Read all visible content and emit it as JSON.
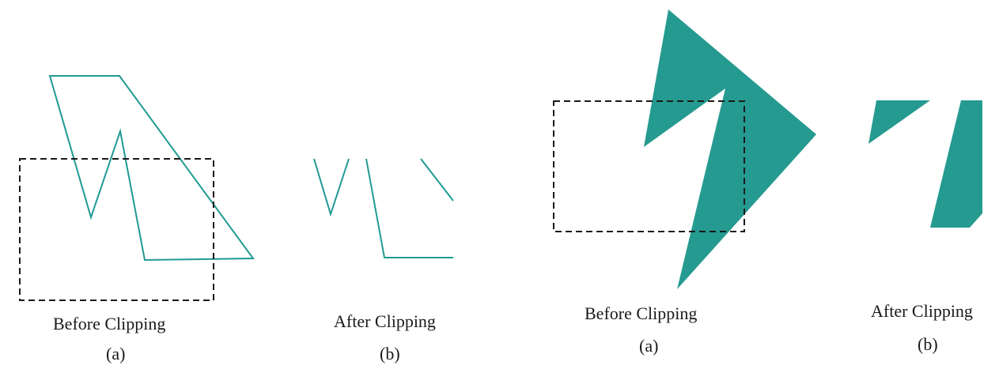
{
  "colors": {
    "outline": "#1f9a93",
    "fill": "#259a90",
    "clip_window": "#1a1a1a",
    "text": "#1a1a1a"
  },
  "panels": [
    {
      "caption": "Before Clipping",
      "sublabel": "(a)"
    },
    {
      "caption": "After Clipping",
      "sublabel": "(b)"
    },
    {
      "caption": "Before Clipping",
      "sublabel": "(a)"
    },
    {
      "caption": "After Clipping",
      "sublabel": "(b)"
    }
  ]
}
